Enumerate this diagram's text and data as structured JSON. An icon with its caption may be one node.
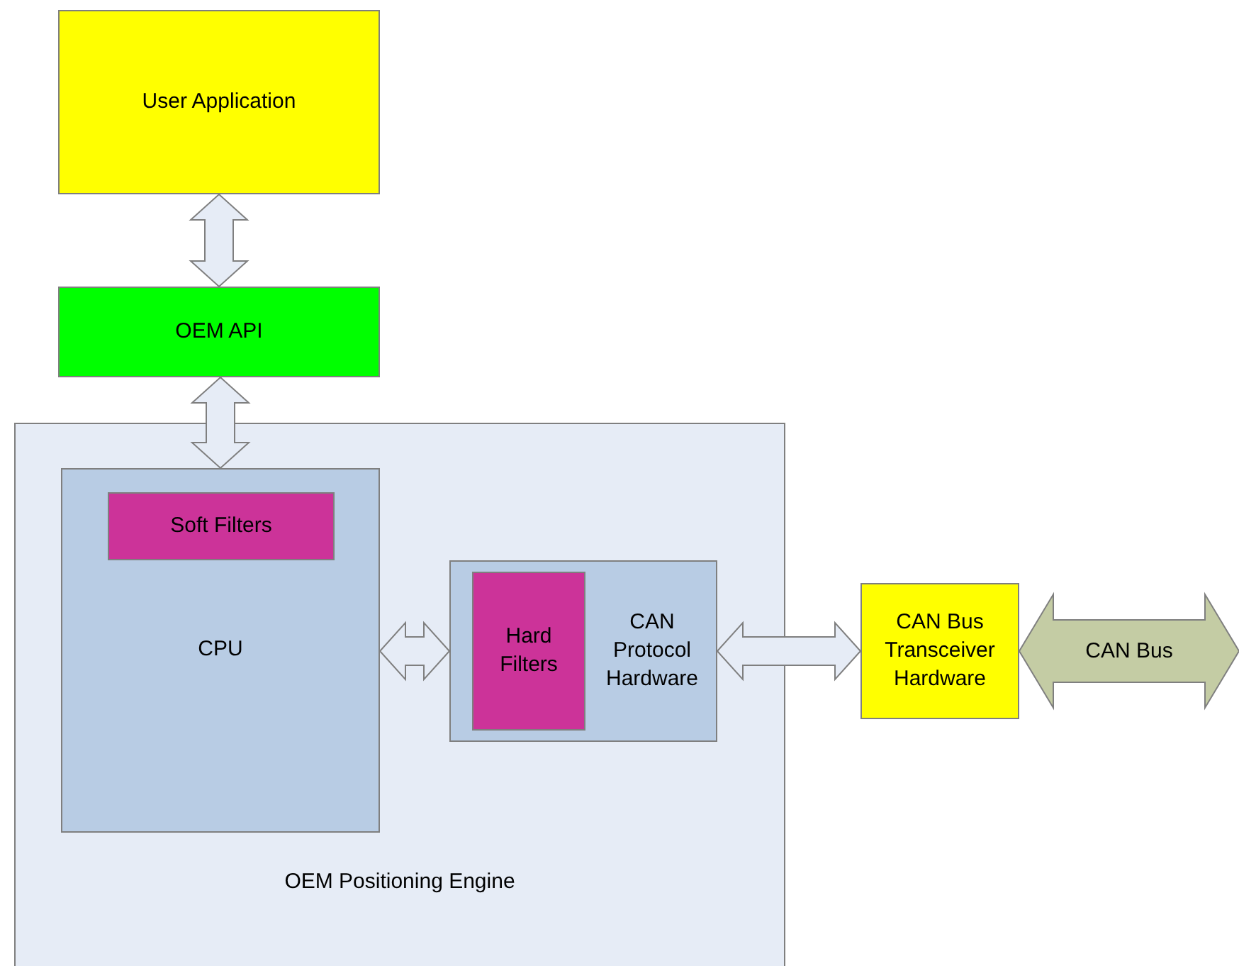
{
  "diagram": {
    "nodes": [
      {
        "text": [
          "User Application"
        ]
      },
      {
        "text": [
          "OEM API"
        ]
      },
      {
        "text": [
          "OEM Positioning Engine"
        ]
      },
      {
        "text": [
          "CPU"
        ],
        "in": 2
      },
      {
        "text": [
          "Soft Filters"
        ],
        "in": 3
      },
      {
        "text": [
          "CAN Protocol Hardware"
        ],
        "in": 2
      },
      {
        "text": [
          "Hard Filters"
        ],
        "in": 5
      },
      {
        "text": [
          "CAN Bus Transceiver Hardware"
        ]
      }
    ],
    "edges": [
      {
        "from": 0,
        "to": 1,
        "arrow": "both"
      },
      {
        "from": 1,
        "to": 3,
        "arrow": "both"
      },
      {
        "from": 3,
        "to": 5,
        "arrow": "both"
      },
      {
        "from": 5,
        "to": 7,
        "arrow": "both"
      },
      {
        "from": 7,
        "to": null,
        "arrow": "both",
        "label": "CAN Bus",
        "style": "thick",
        "color": "#c4cca4"
      }
    ]
  }
}
